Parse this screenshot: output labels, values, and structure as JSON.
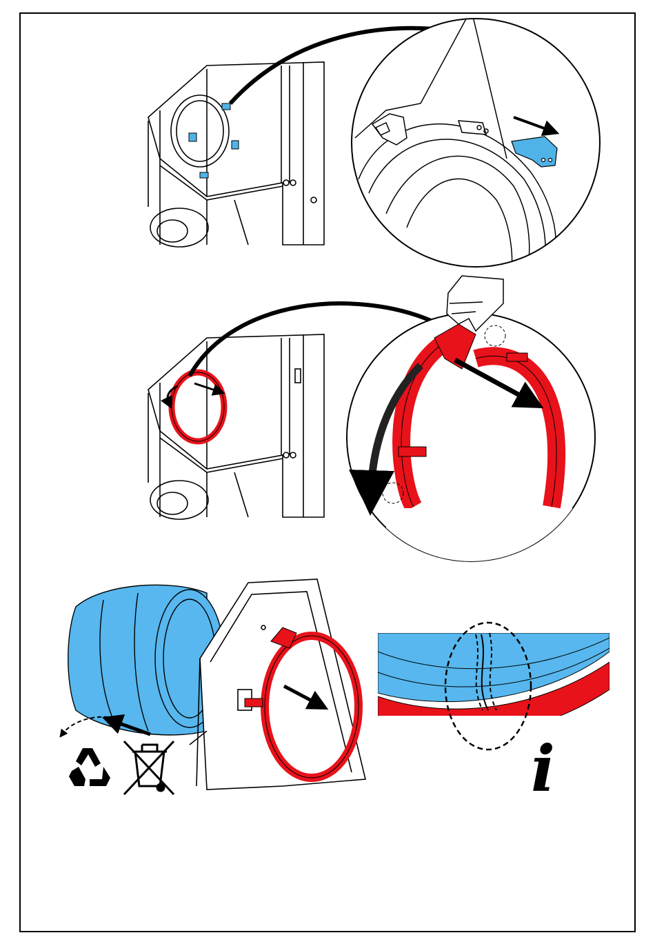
{
  "document": {
    "type": "instruction-illustration-sheet",
    "steps": [
      {
        "name": "step-1-remove-clips",
        "icons": [
          "zoom-lens-icon",
          "arrow-right-icon"
        ]
      },
      {
        "name": "step-2-rotate-ring",
        "icons": [
          "hand-icon",
          "rotate-arrow-icon",
          "arrow-right-icon"
        ]
      },
      {
        "name": "step-3-remove-filter",
        "icons": [
          "recycle-icon",
          "crossed-bin-icon",
          "info-icon"
        ]
      }
    ]
  },
  "colors": {
    "clip_blue": "#4fb3e8",
    "ring_red": "#e8121a",
    "filter_blue": "#57b7ee",
    "outline": "#000000"
  },
  "info_symbol": "i"
}
